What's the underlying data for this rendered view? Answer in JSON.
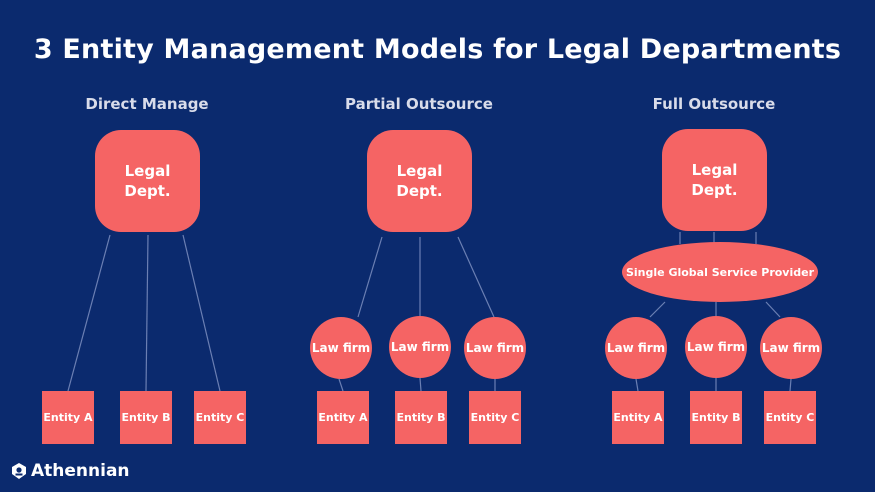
{
  "title": "3 Entity Management Models for Legal Departments",
  "brand": {
    "name": "Athennian",
    "icon": "athennian-logo-icon"
  },
  "colors": {
    "background": "#0b2a6e",
    "node": "#f56464",
    "line": "#6b7fb3"
  },
  "columns": [
    {
      "title": "Direct Manage",
      "legal": [
        "Legal",
        "Dept."
      ],
      "entities": [
        "Entity A",
        "Entity B",
        "Entity C"
      ]
    },
    {
      "title": "Partial Outsource",
      "legal": [
        "Legal",
        "Dept."
      ],
      "law_firms": [
        "Law firm",
        "Law firm",
        "Law firm"
      ],
      "entities": [
        "Entity A",
        "Entity B",
        "Entity C"
      ]
    },
    {
      "title": "Full Outsource",
      "legal": [
        "Legal",
        "Dept."
      ],
      "provider": "Single Global Service Provider",
      "law_firms": [
        "Law firm",
        "Law firm",
        "Law firm"
      ],
      "entities": [
        "Entity A",
        "Entity B",
        "Entity C"
      ]
    }
  ]
}
